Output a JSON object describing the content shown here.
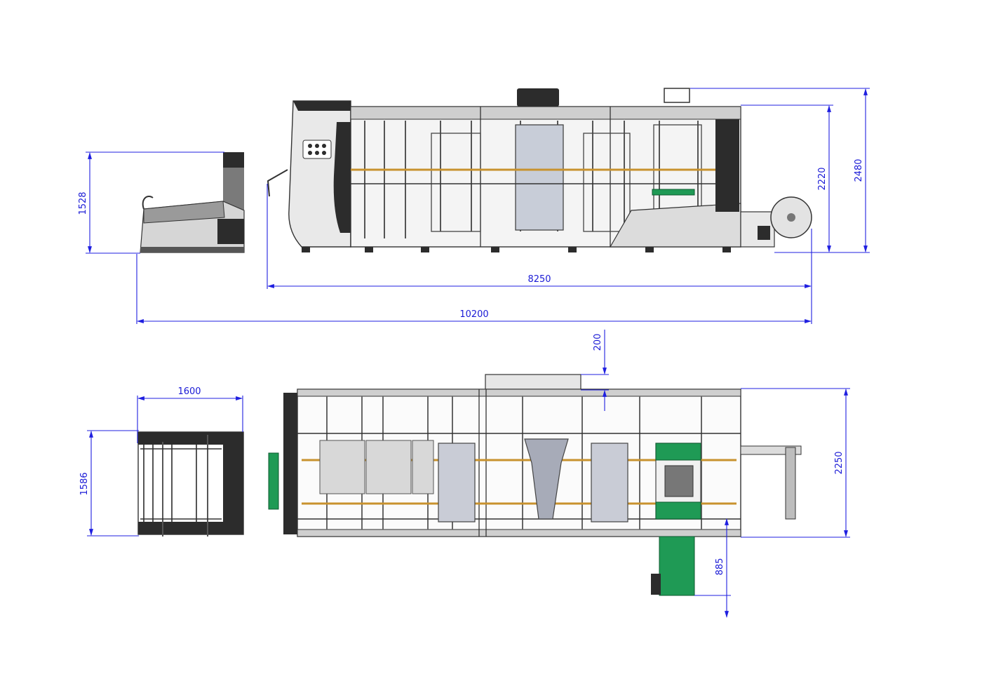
{
  "drawing": {
    "dimensions": {
      "stacker_height": "1528",
      "main_length": "8250",
      "overall_length": "10200",
      "height_2220": "2220",
      "height_2480": "2480",
      "offset_200": "200",
      "stacker_width": "1600",
      "stacker_depth": "1586",
      "main_width": "2250",
      "conveyor_offset": "885"
    },
    "colors": {
      "dimension": "#1f1fe0",
      "frame": "#333333",
      "accent_green": "#1f9a55",
      "rail_gold": "#c8922e"
    }
  }
}
